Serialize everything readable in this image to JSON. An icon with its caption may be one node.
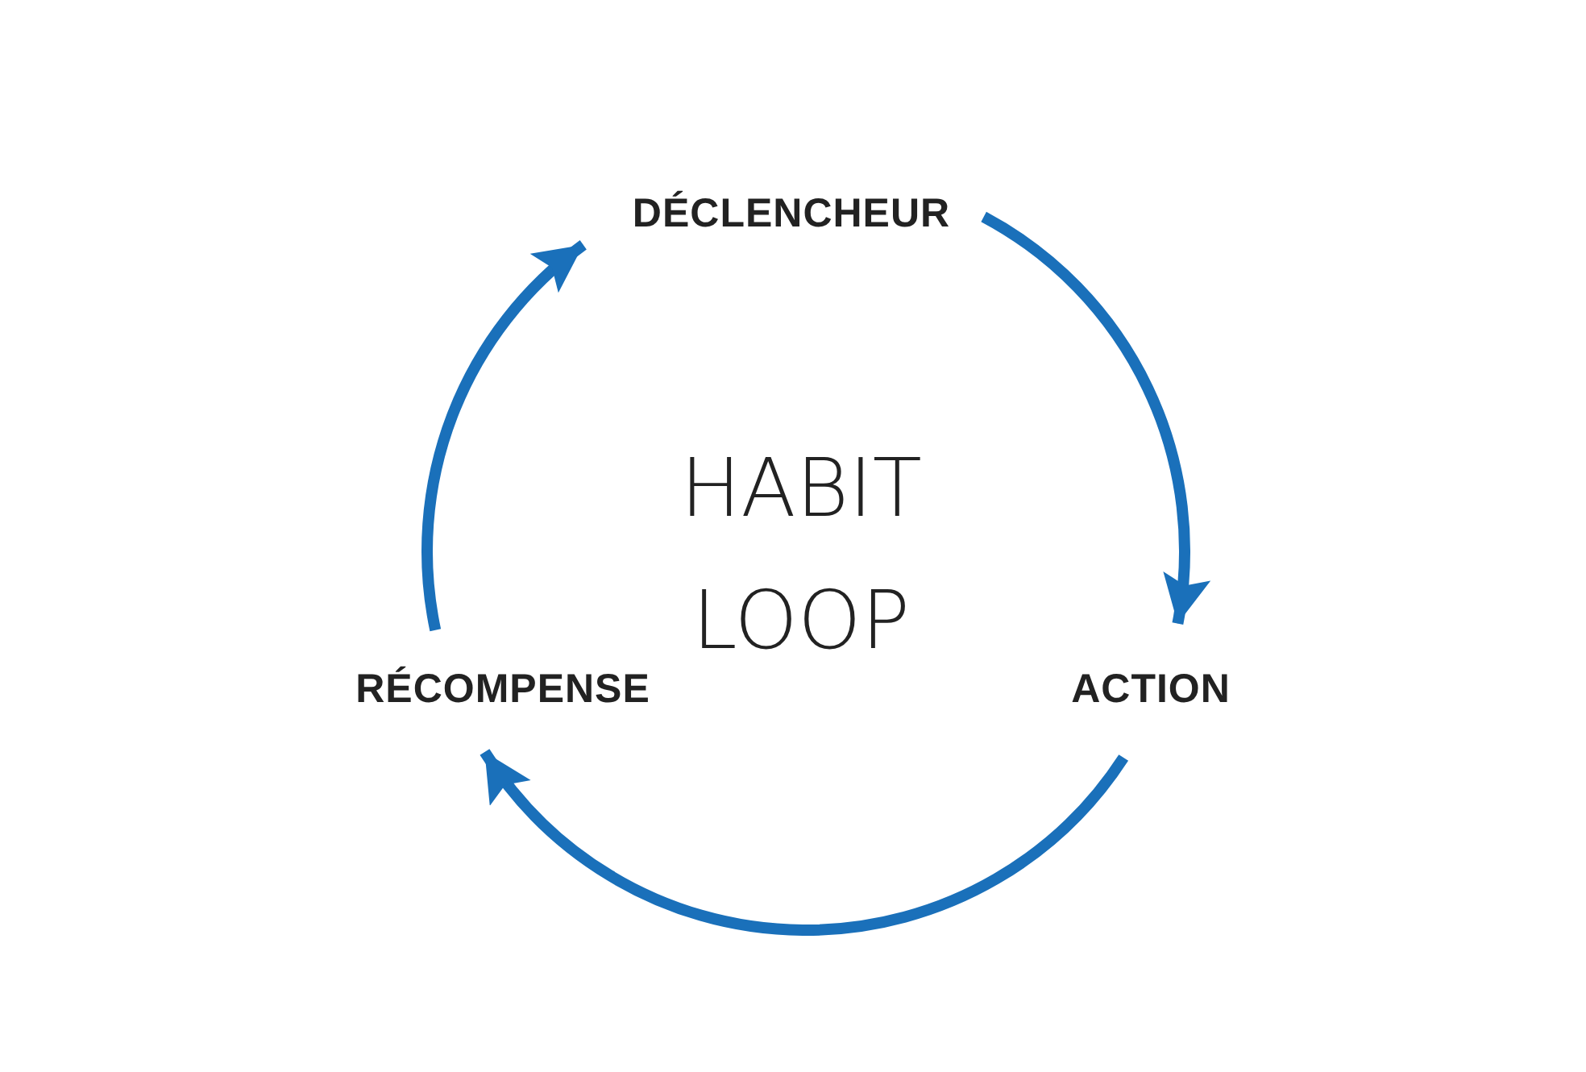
{
  "diagram": {
    "title": "HABIT LOOP",
    "nodes": [
      {
        "text": [
          "DÉCLENCHEUR"
        ]
      },
      {
        "text": [
          "ACTION"
        ]
      },
      {
        "text": [
          "RÉCOMPENSE"
        ]
      }
    ],
    "edges": [
      {
        "from": 0,
        "to": 1,
        "arrow": "to"
      },
      {
        "from": 1,
        "to": 2,
        "arrow": "to"
      },
      {
        "from": 2,
        "to": 0,
        "arrow": "to"
      }
    ]
  }
}
